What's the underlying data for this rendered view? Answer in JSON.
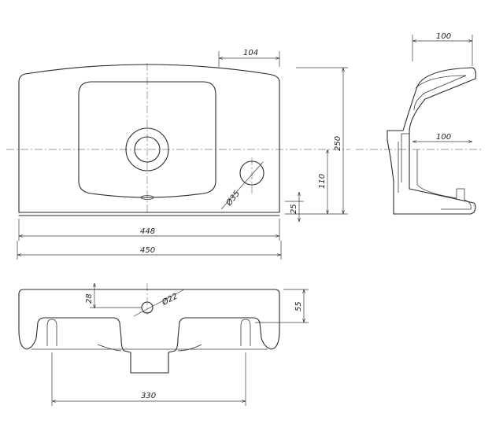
{
  "dimensions": {
    "top_opening_width": "104",
    "side_depth_top": "100",
    "side_depth_mid": "100",
    "total_height": "250",
    "hole_height": "110",
    "base_height": "25",
    "hole_diameter": "Ø35",
    "inner_width": "448",
    "outer_width": "450",
    "front_offset": "28",
    "tap_diameter": "Ø22",
    "front_height": "55",
    "mount_spacing": "330"
  },
  "colors": {
    "line": "#2a2a2a",
    "axis": "#7a7a7a",
    "background": "#ffffff"
  }
}
